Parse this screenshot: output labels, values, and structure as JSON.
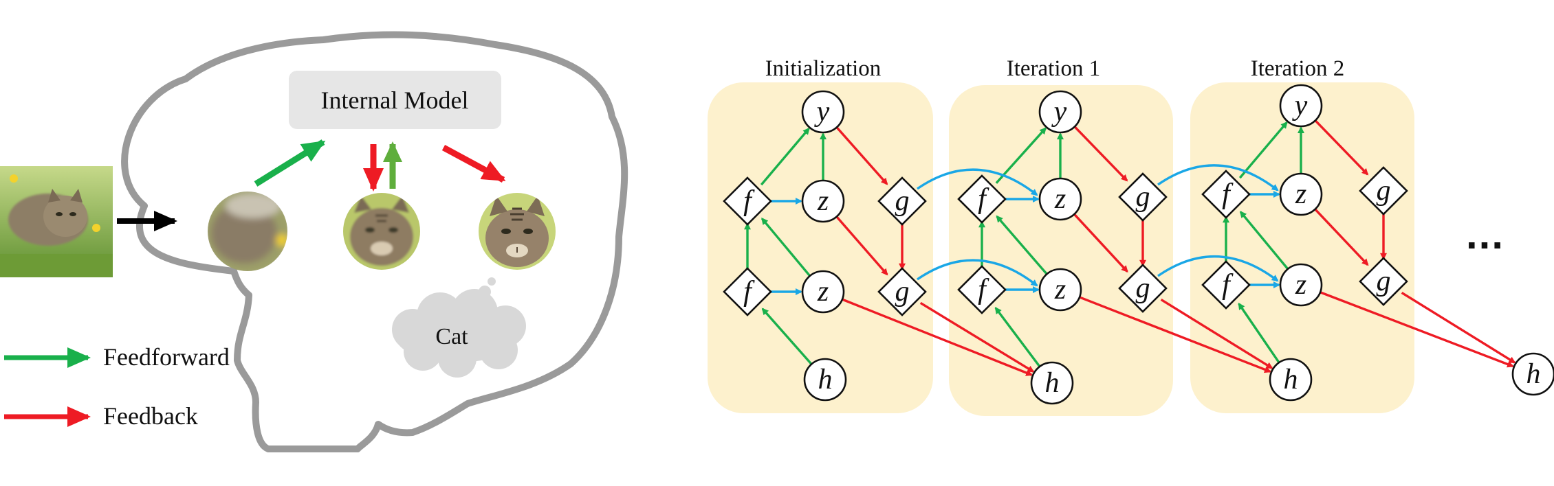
{
  "left": {
    "internal_model": "Internal Model",
    "thought": "Cat",
    "legend": [
      {
        "label": "Feedforward",
        "color": "#19b04b"
      },
      {
        "label": "Feedback",
        "color": "#ee1b24"
      }
    ]
  },
  "right": {
    "stages": [
      "Initialization",
      "Iteration 1",
      "Iteration 2"
    ],
    "node_labels": {
      "y": "y",
      "z": "z",
      "f": "f",
      "g": "g",
      "h": "h"
    },
    "ellipsis": "..."
  },
  "colors": {
    "feedforward": "#19b04b",
    "feedback": "#ee1b24",
    "lateral": "#1aa7e6",
    "panel": "#fdf1cd",
    "brain_outline": "#9a9a9a",
    "input_arrow": "#000000"
  }
}
